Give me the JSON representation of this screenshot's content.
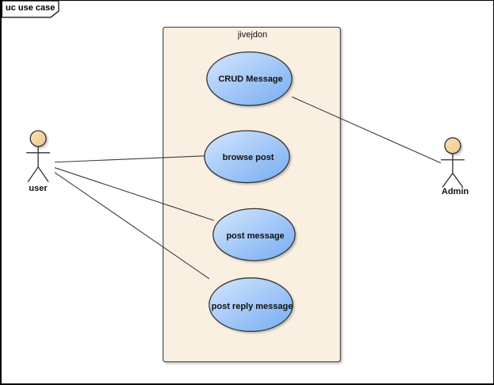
{
  "frame": {
    "label": "uc use case"
  },
  "boundary": {
    "label": "jivejdon",
    "fill": "#FAF0E1"
  },
  "use_cases": [
    {
      "label": "CRUD Message"
    },
    {
      "label": "browse post"
    },
    {
      "label": "post message"
    },
    {
      "label": "post reply message"
    }
  ],
  "actors": [
    {
      "label": "user"
    },
    {
      "label": "Admin"
    }
  ],
  "relationships": [
    {
      "from": "user",
      "to": "browse post"
    },
    {
      "from": "user",
      "to": "post message"
    },
    {
      "from": "user",
      "to": "post reply message"
    },
    {
      "from": "Admin",
      "to": "CRUD Message"
    }
  ],
  "colors": {
    "ellipse_gradient_light": "#CFE3FC",
    "ellipse_gradient_dark": "#76ACF1",
    "boundary_fill": "#FAF0E1",
    "actor_head_light": "#F9E0B6",
    "actor_head_dark": "#EDC78C",
    "line": "#3C3C3C"
  }
}
